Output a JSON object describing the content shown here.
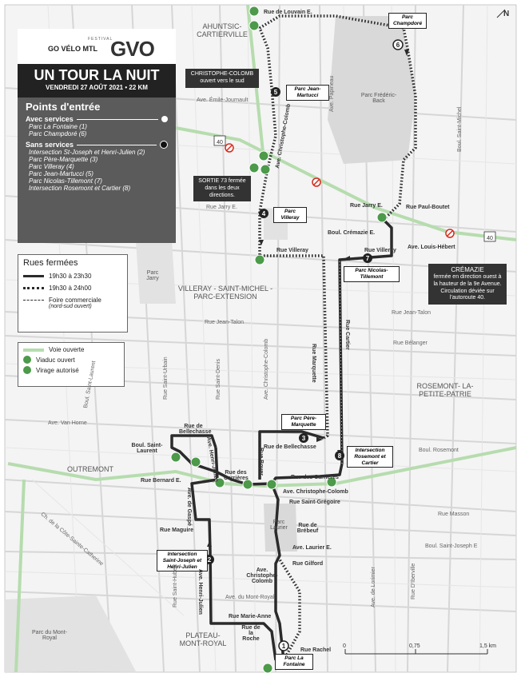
{
  "header": {
    "festival_small": "FESTIVAL",
    "brand": "GO VÉLO MTL",
    "logo_text": "GVO",
    "title": "UN TOUR LA NUIT",
    "subtitle": "VENDREDI 27 AOÛT 2021 • 22 KM"
  },
  "entry_points": {
    "title": "Points d'entrée",
    "with_services_label": "Avec services",
    "with_services": [
      "Parc La Fontaine (1)",
      "Parc Champdoré (6)"
    ],
    "without_services_label": "Sans services",
    "without_services": [
      "Intersection St-Joseph et Henri-Julien (2)",
      "Parc Père-Marquette (3)",
      "Parc Villeray (4)",
      "Parc Jean-Martucci (5)",
      "Parc Nicolas-Tillemont (7)",
      "Intersection Rosemont et Cartier (8)"
    ]
  },
  "legend_closed": {
    "title": "Rues fermées",
    "items": [
      "19h30 à 23h30",
      "19h30 à 24h00",
      "Foire commerciale",
      "(nord-sud ouvert)"
    ]
  },
  "legend_icons": {
    "items": [
      "Voie ouverte",
      "Viaduc ouvert",
      "Virage autorisé"
    ]
  },
  "callouts": {
    "christophe": "CHRISTOPHE-COLOMB ouvert vers le sud",
    "sortie73": "SORTIE 73 fermée dans les deux directions.",
    "cremazie_title": "CRÉMAZIE",
    "cremazie_text": "fermée en direction ouest à la hauteur de la 9e Avenue. Circulation déviée sur l'autoroute 40."
  },
  "stops": [
    {
      "num": "1",
      "name": "Parc La Fontaine"
    },
    {
      "num": "2",
      "name": "Intersection Saint-Joseph et Henri-Julien"
    },
    {
      "num": "3",
      "name": "Parc Père-Marquette"
    },
    {
      "num": "4",
      "name": "Parc Villeray"
    },
    {
      "num": "5",
      "name": "Parc Jean-Martucci"
    },
    {
      "num": "6",
      "name": "Parc Champdoré"
    },
    {
      "num": "7",
      "name": "Parc Nicolas-Tillemont"
    },
    {
      "num": "8",
      "name": "Intersection Rosemont et Cartier"
    }
  ],
  "districts": {
    "ahuntsic": "AHUNTSIC-CARTIERVILLE",
    "villeray": "VILLERAY - SAINT-MICHEL - PARC-EXTENSION",
    "rosemont": "ROSEMONT- LA-PETITE-PATRIE",
    "outremont": "OUTREMONT",
    "plateau": "PLATEAU- MONT-ROYAL"
  },
  "parks": {
    "frederic_back": "Parc Frédéric-Back",
    "jarry": "Parc Jarry",
    "laurier": "Parc Laurier",
    "mont_royal": "Parc du Mont-Royal"
  },
  "streets": {
    "louvain": "Rue de Louvain E.",
    "emile": "Ave. Émile-Journault",
    "jarry": "Rue Jarry E.",
    "jarry2": "Rue Jarry E.",
    "paul_boutet": "Rue Paul-Boutet",
    "cremazie": "Boul. Crémazie E.",
    "louis_hebert": "Ave. Louis-Hébert",
    "villeray": "Rue Villeray",
    "villeray2": "Rue Villeray",
    "jean_talon": "Rue Jean-Talon",
    "jean_talon2": "Rue Jean-Talon",
    "belanger": "Rue Bélanger",
    "van_horne": "Ave. Van Horne",
    "rosemont": "Boul. Rosemont",
    "bellechasse": "Rue de Bellechasse",
    "bellechasse_w": "Rue de Bellechasse",
    "saint_laurent": "Boul. Saint-Laurent",
    "bernard": "Rue Bernard E.",
    "carrieres": "Rue des Carrières",
    "carrieres2": "Rue des Carrières",
    "christophe_ave": "Ave. Christophe-Colomb",
    "saint_gregoire": "Rue Saint-Grégoire",
    "brebeuf": "Rue de Brébeuf",
    "laurier": "Ave. Laurier E.",
    "gilford": "Rue Gilford",
    "christophe_s": "Ave. Christophe-Colomb",
    "maguire": "Rue Maguire",
    "mont_royal": "Ave. du Mont-Royal",
    "marie_anne": "Rue Marie-Anne",
    "roche": "Rue de la Roche",
    "rachel": "Rue Rachel",
    "masson": "Rue Masson",
    "saint_joseph": "Boul. Saint-Joseph E",
    "cote_ste_cath": "Ch. de la Côte-Sainte-Catherine",
    "marquette": "Rue Marquette",
    "cartier": "Rue Cartier",
    "boyer": "Rue Boyer",
    "henri_julien": "Ave. Henri-Julien",
    "henri_julien2": "Ave. Henri-Julien",
    "gaspe": "Ave. de Gaspé",
    "papineau": "Ave. Papineau",
    "saint_michel": "Boul. Saint-Michel",
    "lorimier": "Ave. de Lorimier",
    "iberville": "Rue D'Iberville",
    "saint_urbain": "Rue Saint-Urbain",
    "saint_denis": "Rue Saint-Denis",
    "christophe_v": "Ave. Christophe-Colomb",
    "christophe_n": "Ave. Christophe-Colomb",
    "saint_hubert": "Rue Saint-Hubert",
    "saint_valier": "Boul. Saint-Laurent",
    "hwy40": "40",
    "hwy40b": "40"
  },
  "scale": {
    "labels": [
      "0",
      "0,75",
      "1,5 km"
    ]
  },
  "north": "N",
  "colors": {
    "route": "#2b2b2b",
    "green_road": "#a8d5a0",
    "green_icon": "#4c9a4a",
    "panel": "#5b5b5b",
    "title_bar": "#222222",
    "park": "#d9d9d9",
    "no_entry": "#d52b1e"
  }
}
